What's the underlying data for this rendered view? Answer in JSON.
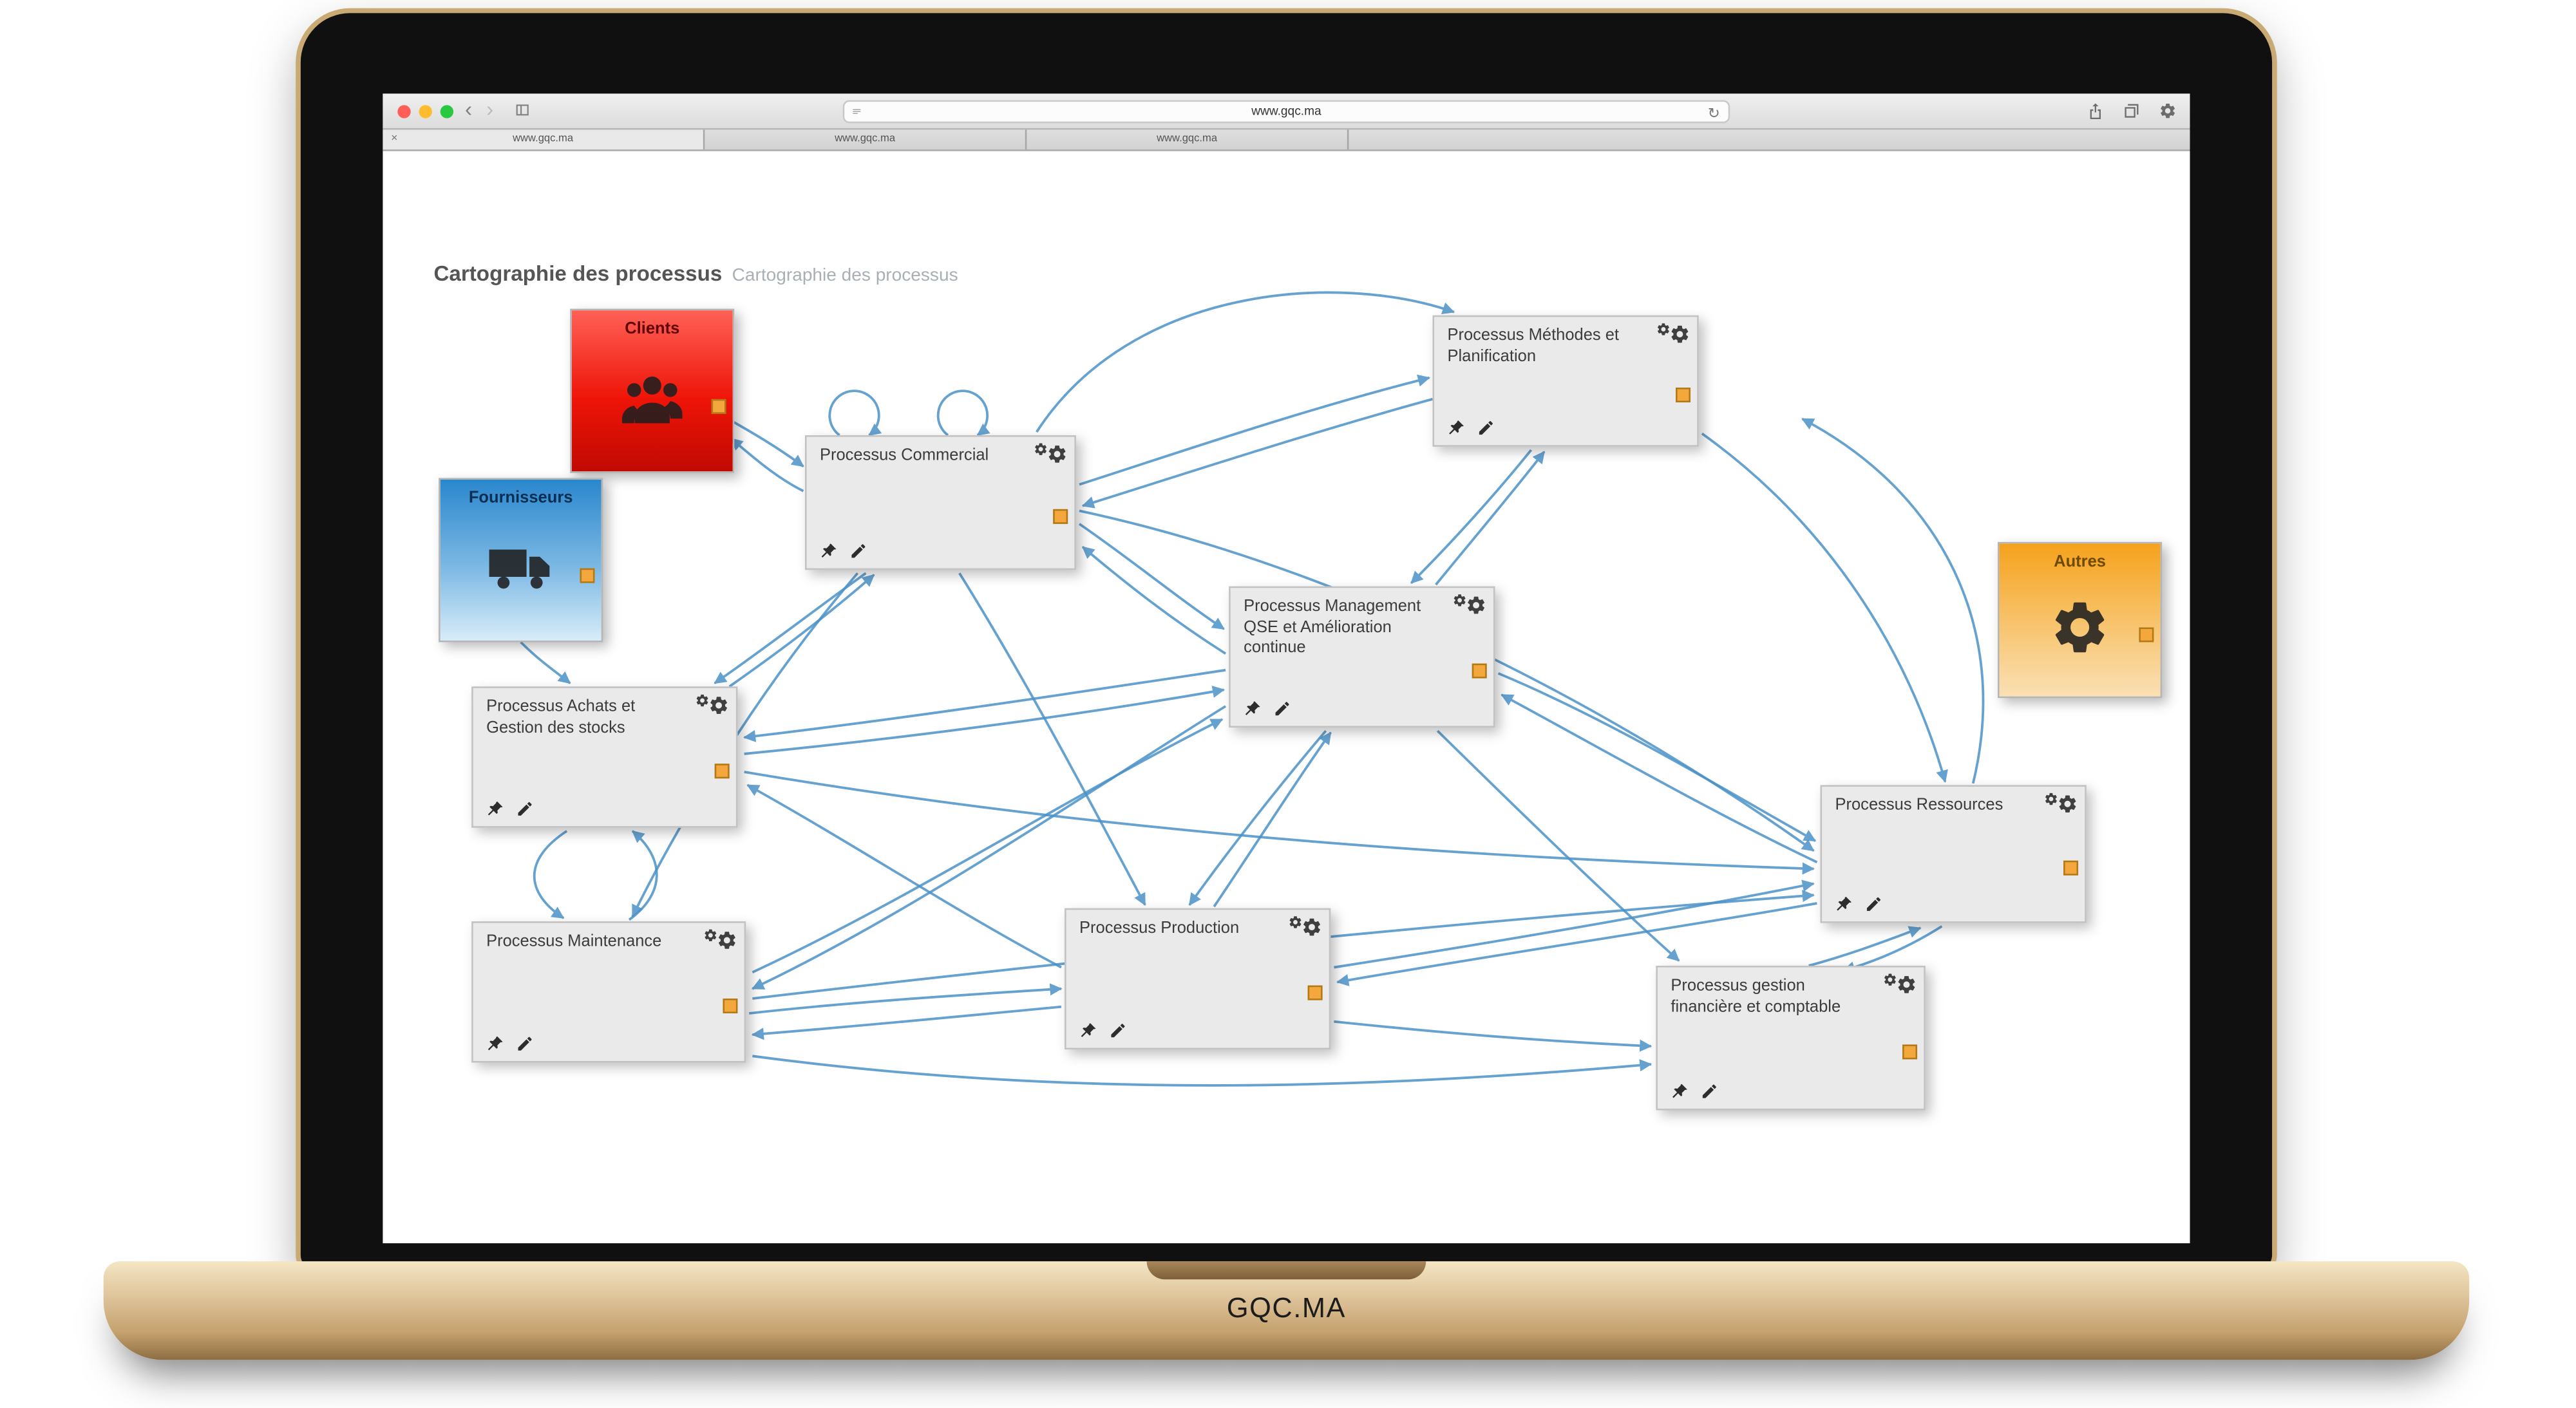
{
  "laptop": {
    "brand": "GQC.MA"
  },
  "browser": {
    "url": "www.gqc.ma",
    "tabs": [
      {
        "label": "www.gqc.ma"
      },
      {
        "label": "www.gqc.ma"
      },
      {
        "label": "www.gqc.ma"
      }
    ],
    "icons": {
      "back": "‹",
      "forward": "›",
      "refresh": "↻",
      "tab_close": "×"
    }
  },
  "page": {
    "title": "Cartographie des processus",
    "subtitle": "Cartographie des processus"
  },
  "nodes": {
    "clients": {
      "label": "Clients",
      "kind": "external",
      "color": "#ef1408"
    },
    "fournisseurs": {
      "label": "Fournisseurs",
      "kind": "external",
      "color": "#2a87cd"
    },
    "autres": {
      "label": "Autres",
      "kind": "external",
      "color": "#f5a21c"
    },
    "commercial": {
      "label": "Processus Commercial",
      "kind": "process"
    },
    "methodes": {
      "label": "Processus Méthodes et Planification",
      "kind": "process"
    },
    "qse": {
      "label": "Processus Management QSE et Amélioration continue",
      "kind": "process"
    },
    "achats": {
      "label": "Processus Achats et Gestion des stocks",
      "kind": "process"
    },
    "ressources": {
      "label": "Processus Ressources",
      "kind": "process"
    },
    "maintenance": {
      "label": "Processus Maintenance",
      "kind": "process"
    },
    "production": {
      "label": "Processus Production",
      "kind": "process"
    },
    "finance": {
      "label": "Processus gestion financière et comptable",
      "kind": "process"
    }
  },
  "edges": [
    {
      "from": "clients",
      "to": "commercial",
      "bidirectional": true
    },
    {
      "from": "fournisseurs",
      "to": "achats"
    },
    {
      "from": "commercial",
      "to": "commercial"
    },
    {
      "from": "commercial",
      "to": "commercial"
    },
    {
      "from": "commercial",
      "to": "methodes",
      "bidirectional": true
    },
    {
      "from": "commercial",
      "to": "qse",
      "bidirectional": true
    },
    {
      "from": "commercial",
      "to": "achats",
      "bidirectional": true
    },
    {
      "from": "commercial",
      "to": "production"
    },
    {
      "from": "commercial",
      "to": "maintenance"
    },
    {
      "from": "commercial",
      "to": "ressources"
    },
    {
      "from": "methodes",
      "to": "qse",
      "bidirectional": true
    },
    {
      "from": "methodes",
      "to": "ressources",
      "bidirectional": true
    },
    {
      "from": "qse",
      "to": "achats",
      "bidirectional": true
    },
    {
      "from": "qse",
      "to": "production",
      "bidirectional": true
    },
    {
      "from": "qse",
      "to": "maintenance",
      "bidirectional": true
    },
    {
      "from": "qse",
      "to": "ressources",
      "bidirectional": true
    },
    {
      "from": "qse",
      "to": "finance"
    },
    {
      "from": "achats",
      "to": "maintenance",
      "bidirectional": true
    },
    {
      "from": "achats",
      "to": "production",
      "bidirectional": true
    },
    {
      "from": "achats",
      "to": "ressources"
    },
    {
      "from": "maintenance",
      "to": "production",
      "bidirectional": true
    },
    {
      "from": "maintenance",
      "to": "ressources"
    },
    {
      "from": "maintenance",
      "to": "finance"
    },
    {
      "from": "production",
      "to": "ressources",
      "bidirectional": true
    },
    {
      "from": "production",
      "to": "finance"
    },
    {
      "from": "finance",
      "to": "ressources",
      "bidirectional": true
    }
  ],
  "colors": {
    "arrow": "#4c92c8",
    "handle": "#f3a73c",
    "process_bg": "#eaeaea"
  }
}
